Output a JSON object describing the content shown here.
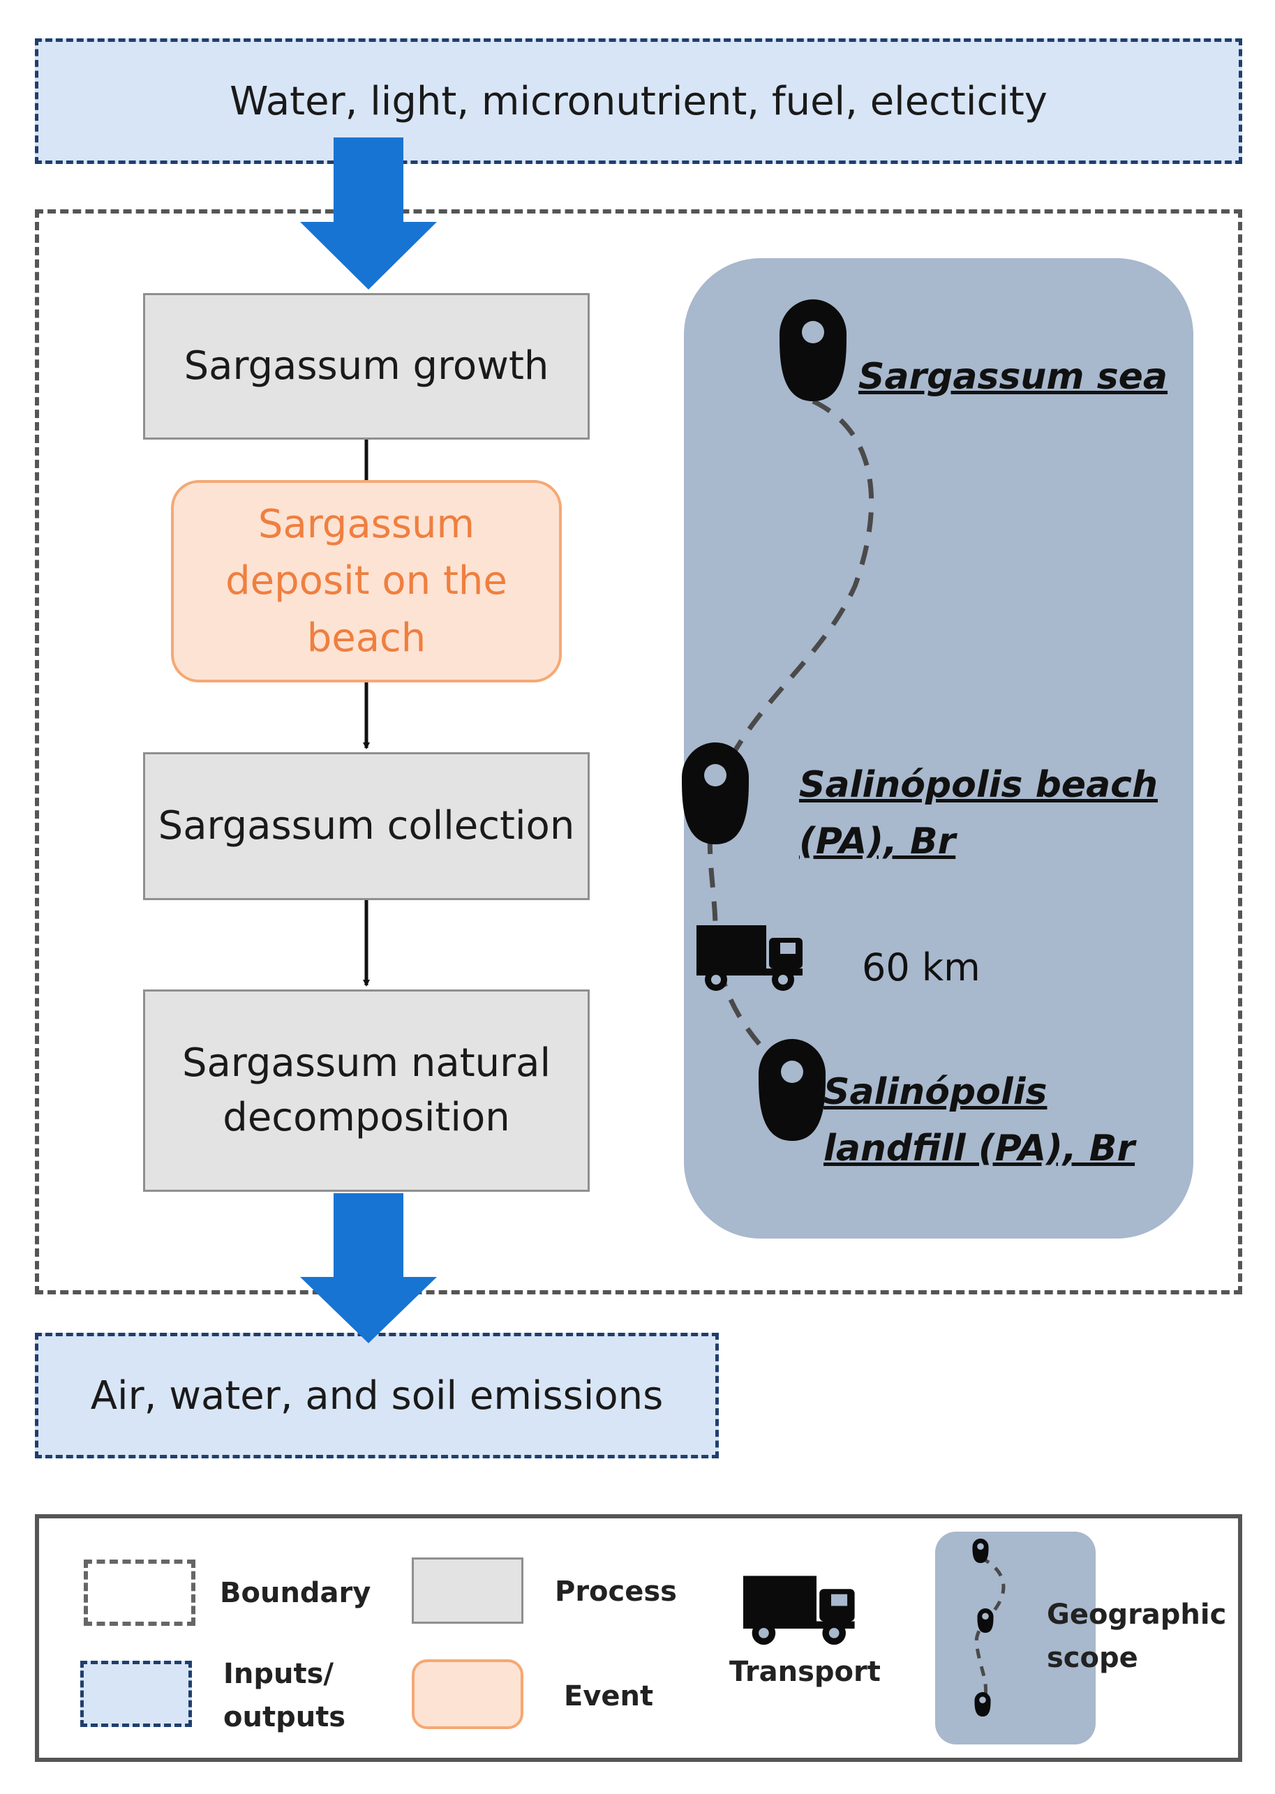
{
  "inputs_label": "Water, light, micronutrient, fuel, electicity",
  "outputs_label": "Air, water, and soil emissions",
  "processes": {
    "growth": "Sargassum growth",
    "deposit": "Sargassum deposit on the beach",
    "collection": "Sargassum collection",
    "decomposition": "Sargassum natural decomposition"
  },
  "geography": {
    "sea": "Sargassum sea",
    "beach": "Salinópolis beach (PA), Br",
    "landfill": "Salinópolis landfill (PA), Br",
    "distance": "60 km"
  },
  "legend": {
    "boundary": "Boundary",
    "inputs_outputs": "Inputs/ outputs",
    "process": "Process",
    "event": "Event",
    "transport": "Transport",
    "geographic_scope": "Geographic scope"
  },
  "colors": {
    "arrow": "#1874d2",
    "io_fill": "#d8e5f6",
    "process_fill": "#e3e3e3",
    "event_fill": "#fde3d4",
    "event_text": "#ef7f3f",
    "geo_fill": "#a8b8cd"
  }
}
